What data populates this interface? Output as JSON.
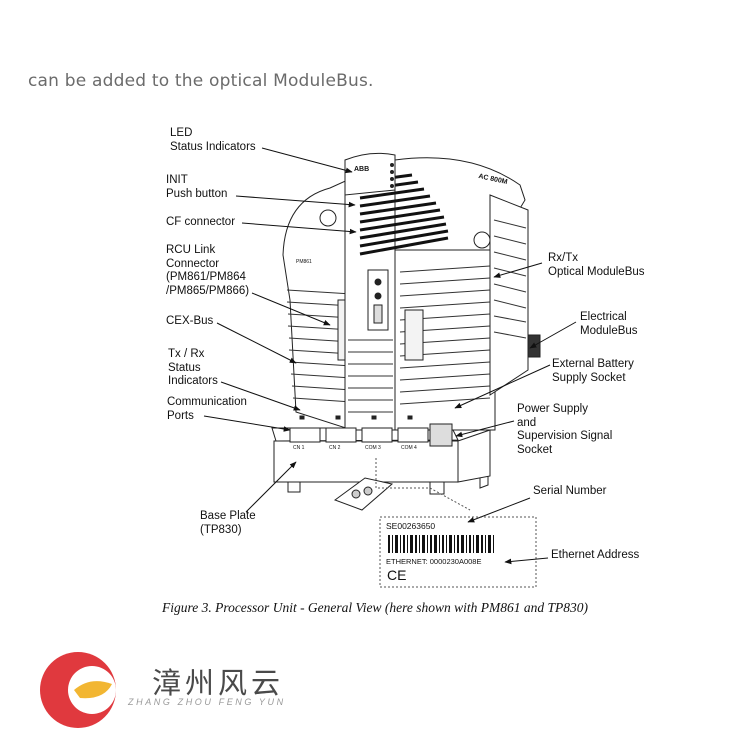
{
  "intro_text": "can be added to the optical ModuleBus.",
  "labels": {
    "led": "LED\nStatus Indicators",
    "init": "INIT\nPush button",
    "cf": "CF connector",
    "rcu": "RCU Link\nConnector\n(PM861/PM864\n/PM865/PM866)",
    "cex": "CEX-Bus",
    "txrx": "Tx / Rx\nStatus\nIndicators",
    "comm": "Communication\nPorts",
    "base": "Base Plate\n(TP830)",
    "rx_optical": "Rx/Tx\nOptical ModuleBus",
    "electrical": "Electrical\nModuleBus",
    "battery": "External Battery\nSupply Socket",
    "power": "Power Supply\nand\nSupervision Signal\nSocket",
    "serial": "Serial Number",
    "ethernet": "Ethernet Address"
  },
  "device": {
    "brand": "ABB",
    "model": "AC 800M",
    "model_small": "PM861",
    "port_labels": [
      "CN 1",
      "CN 2",
      "COM 3",
      "COM 4"
    ]
  },
  "serial_label": {
    "serial_number": "SE00263650",
    "ethernet_line": "ETHERNET: 0000230A008E",
    "ce_mark": "CE"
  },
  "caption": "Figure 3. Processor Unit - General View (here shown with PM861 and TP830)",
  "watermark": {
    "chinese": "漳州风云",
    "pinyin": "ZHANG ZHOU FENG YUN",
    "logo_color": "#e0393e",
    "accent_color": "#f2b632"
  }
}
